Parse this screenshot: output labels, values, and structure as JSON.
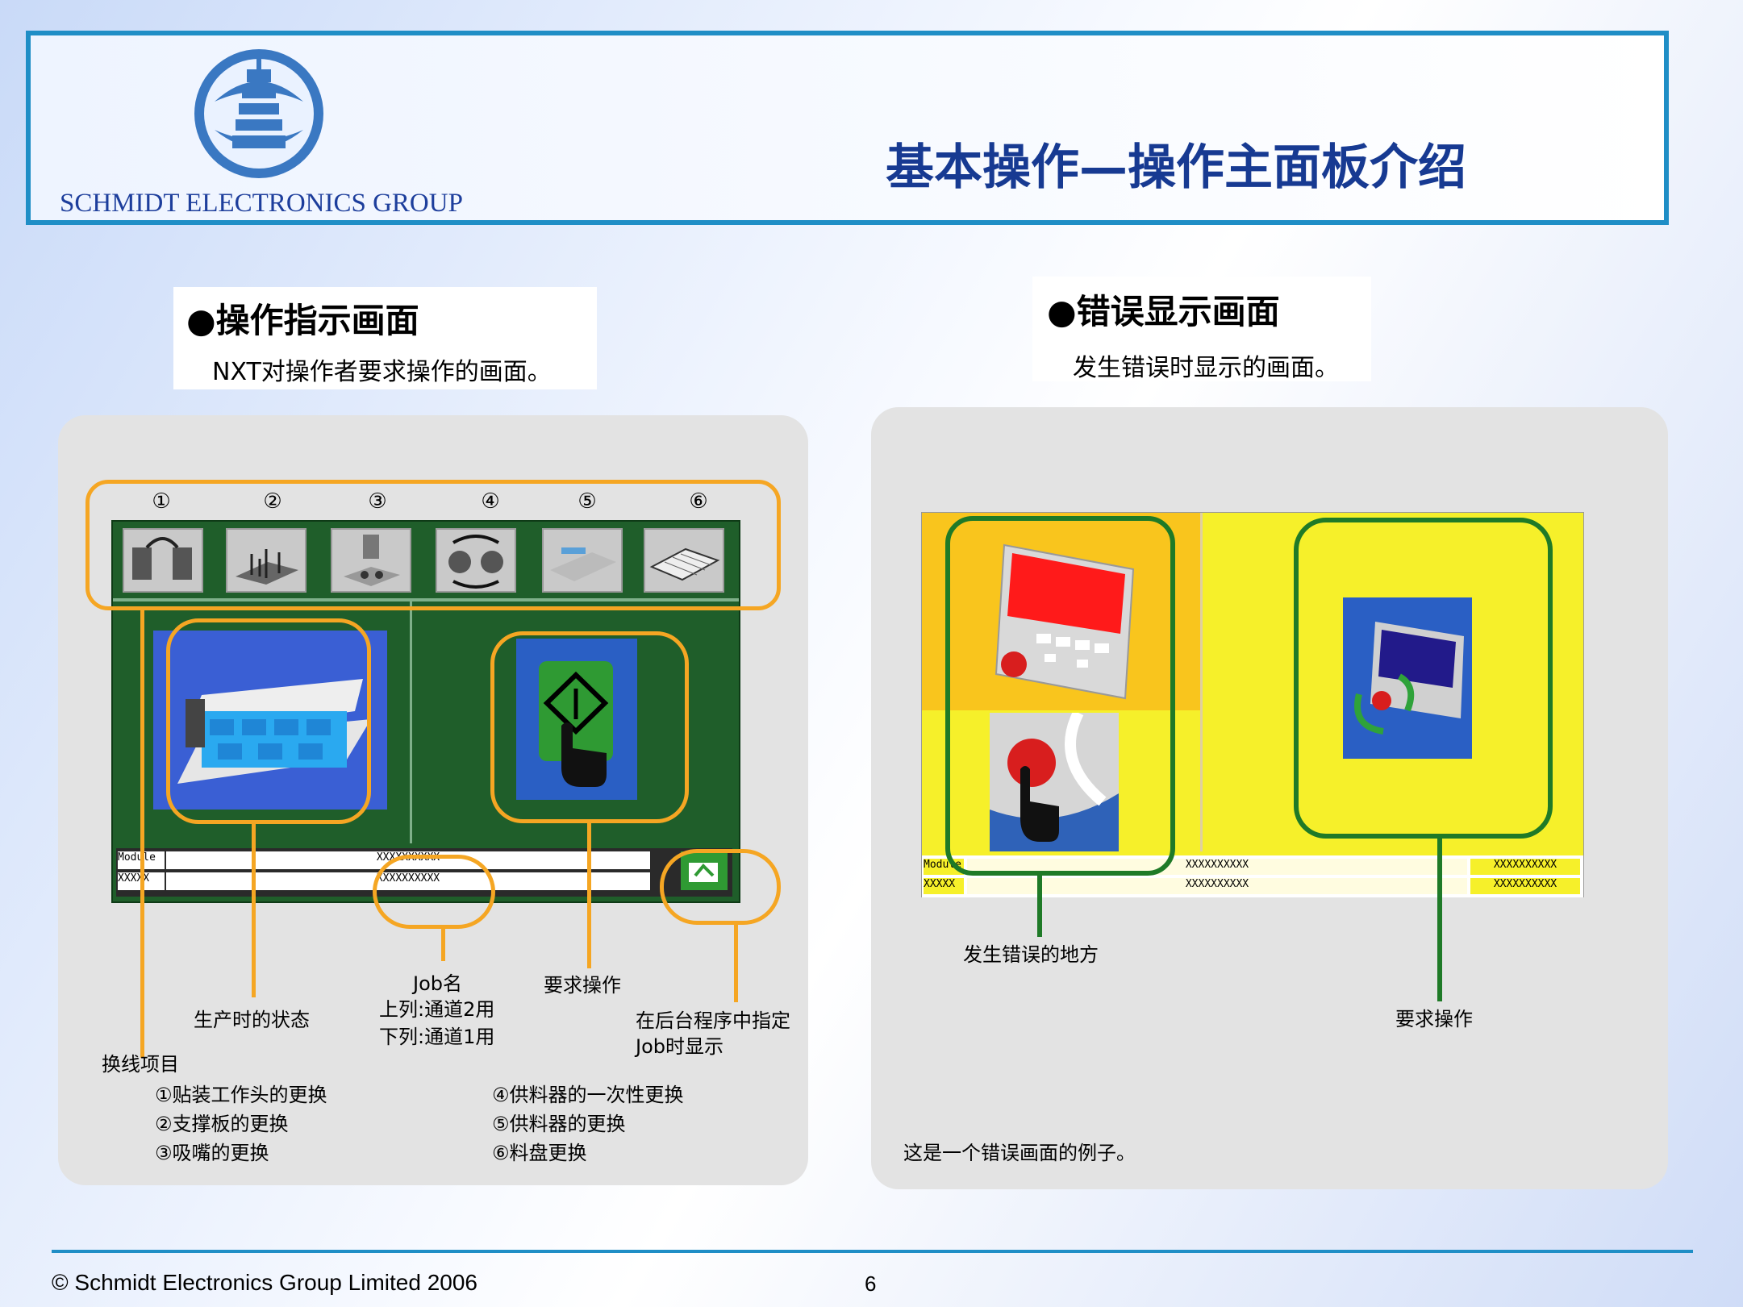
{
  "header": {
    "company": "SCHMIDT ELECTRONICS GROUP",
    "title": "基本操作—操作主面板介绍"
  },
  "left_section": {
    "heading": "●操作指示画面",
    "description": "NXT对操作者要求操作的画面。",
    "numbers": [
      "①",
      "②",
      "③",
      "④",
      "⑤",
      "⑥"
    ],
    "status_rows": [
      {
        "label": "Module",
        "value": "XXXXXXXXXX"
      },
      {
        "label": "XXXXX",
        "value": "XXXXXXXXXX"
      }
    ],
    "labels": {
      "production_status": "生产时的状态",
      "job_name": "Job名",
      "job_upper": "上列:通道2用",
      "job_lower": "下列:通道1用",
      "required_operation": "要求操作",
      "background_job": "在后台程序中指定",
      "background_job_2": "Job时显示",
      "changeover_items": "换线项目"
    },
    "items": [
      "①贴装工作头的更换",
      "②支撑板的更换",
      "③吸嘴的更换",
      "④供料器的一次性更换",
      "⑤供料器的更换",
      "⑥料盘更换"
    ]
  },
  "right_section": {
    "heading": "●错误显示画面",
    "description": "发生错误时显示的画面。",
    "status_rows": [
      {
        "label": "Module",
        "value": "XXXXXXXXXX",
        "value2": "XXXXXXXXXX"
      },
      {
        "label": "XXXXX",
        "value": "XXXXXXXXXX",
        "value2": "XXXXXXXXXX"
      }
    ],
    "labels": {
      "error_location": "发生错误的地方",
      "required_operation": "要求操作",
      "example": "这是一个错误画面的例子。"
    }
  },
  "footer": {
    "copyright": "© Schmidt Electronics Group Limited 2006",
    "page": "6"
  },
  "colors": {
    "accent_blue": "#1f8ec6",
    "title_blue": "#173a92",
    "orange": "#f5a623",
    "dark_green": "#1f5e2a",
    "ring_green": "#1f7a27",
    "yellow": "#f6f02a"
  }
}
